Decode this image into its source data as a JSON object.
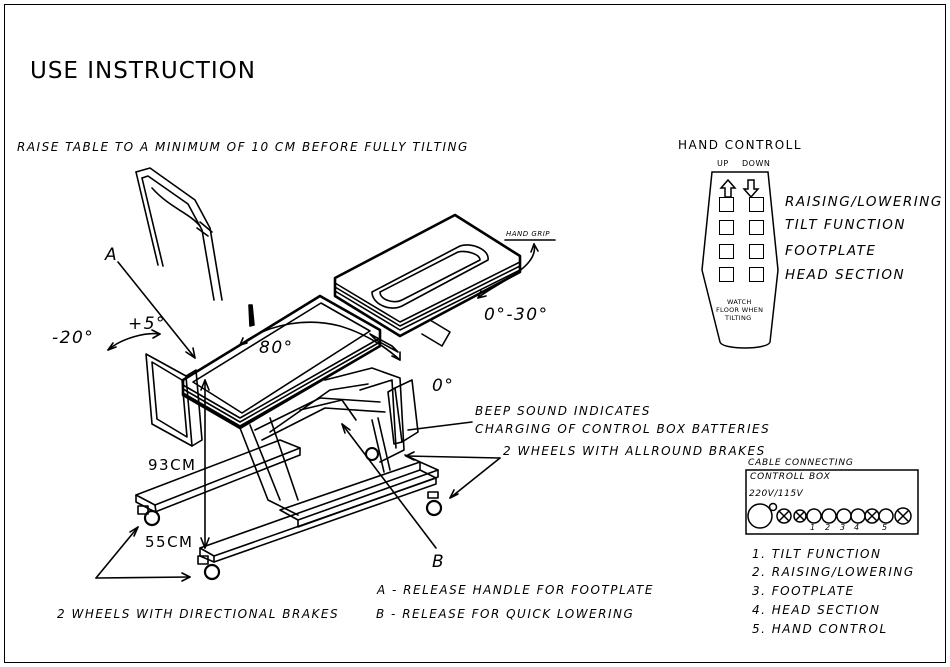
{
  "title": "USE INSTRUCTION",
  "raise_note": "RAISE TABLE TO A MINIMUM OF 10 CM BEFORE FULLY TILTING",
  "angles": {
    "foot_neg": "-20°",
    "foot_pos": "+5°",
    "tilt_max": "80°",
    "tilt_min": "0°",
    "head": "0°-30°"
  },
  "labels": {
    "a": "A",
    "b": "B",
    "hand_grip": "HAND GRIP",
    "height_max": "93CM",
    "height_min": "55CM",
    "beep_line1": "BEEP SOUND INDICATES",
    "beep_line2": "CHARGING OF CONTROL BOX BATTERIES",
    "allround_brakes": "2 WHEELS WITH ALLROUND BRAKES",
    "directional_brakes": "2 WHEELS WITH DIRECTIONAL BRAKES",
    "release_a": "A - RELEASE HANDLE FOR FOOTPLATE",
    "release_b": "B - RELEASE FOR QUICK LOWERING"
  },
  "hand_control": {
    "title": "HAND CONTROLL",
    "up": "UP",
    "down": "DOWN",
    "functions": [
      "RAISING/LOWERING",
      "TILT FUNCTION",
      "FOOTPLATE",
      "HEAD SECTION"
    ],
    "warning": [
      "WATCH",
      "FLOOR WHEN",
      "TILTING"
    ]
  },
  "cable": {
    "title": "CABLE CONNECTING",
    "box_title": "CONTROLL BOX",
    "voltage": "220V/115V",
    "port_numbers": [
      "1",
      "2",
      "3",
      "4",
      "5"
    ]
  },
  "legend": [
    "1.  TILT FUNCTION",
    "2.  RAISING/LOWERING",
    "3.  FOOTPLATE",
    "4.  HEAD SECTION",
    "5.  HAND CONTROL"
  ]
}
